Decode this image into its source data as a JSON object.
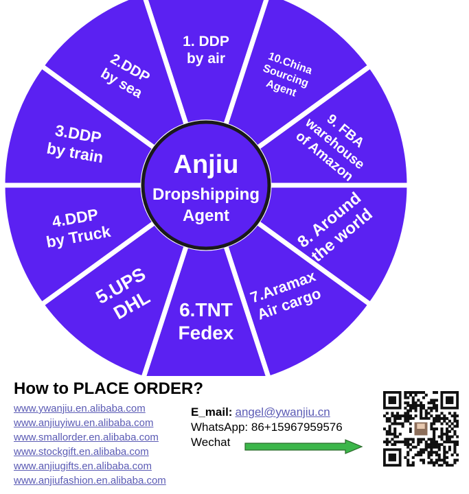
{
  "wheel": {
    "colors": {
      "segment": "#5b21f2",
      "border": "#ffffff",
      "hub": "#5b21f2",
      "hub_border": "#1a1a1a"
    },
    "segments": [
      {
        "lines": [
          "1. DDP",
          "by air"
        ]
      },
      {
        "lines": [
          "10.China",
          "Sourcing",
          "Agent"
        ]
      },
      {
        "lines": [
          "9. FBA",
          "warehouse",
          "of Amazon"
        ]
      },
      {
        "lines": [
          "8. Around",
          "the world"
        ]
      },
      {
        "lines": [
          "7.Aramax",
          "Air cargo"
        ]
      },
      {
        "lines": [
          "6.TNT",
          "Fedex"
        ]
      },
      {
        "lines": [
          "5.UPS",
          "DHL"
        ]
      },
      {
        "lines": [
          "4.DDP",
          "by Truck"
        ]
      },
      {
        "lines": [
          "3.DDP",
          "by train"
        ]
      },
      {
        "lines": [
          "2.DDP",
          "by sea"
        ]
      }
    ],
    "hub": {
      "title": "Anjiu",
      "line2": "Dropshipping",
      "line3": "Agent"
    }
  },
  "order": {
    "title": "How to PLACE ORDER?",
    "links": [
      "www.ywanjiu.en.alibaba.com",
      "www.anjiuyiwu.en.alibaba.com",
      "www.smallorder.en.alibaba.com",
      "www.stockgift.en.alibaba.com",
      "www.anjiugifts.en.alibaba.com",
      "www.anjiufashion.en.alibaba.com"
    ]
  },
  "contact": {
    "email_label": "E_mail:",
    "email": "angel@ywanjiu.cn",
    "whatsapp": "WhatsApp: 86+15967959576",
    "wechat": "Wechat"
  },
  "arrow": {
    "color": "#3cb64a"
  },
  "qr": {
    "icon": "qr-code-icon"
  }
}
